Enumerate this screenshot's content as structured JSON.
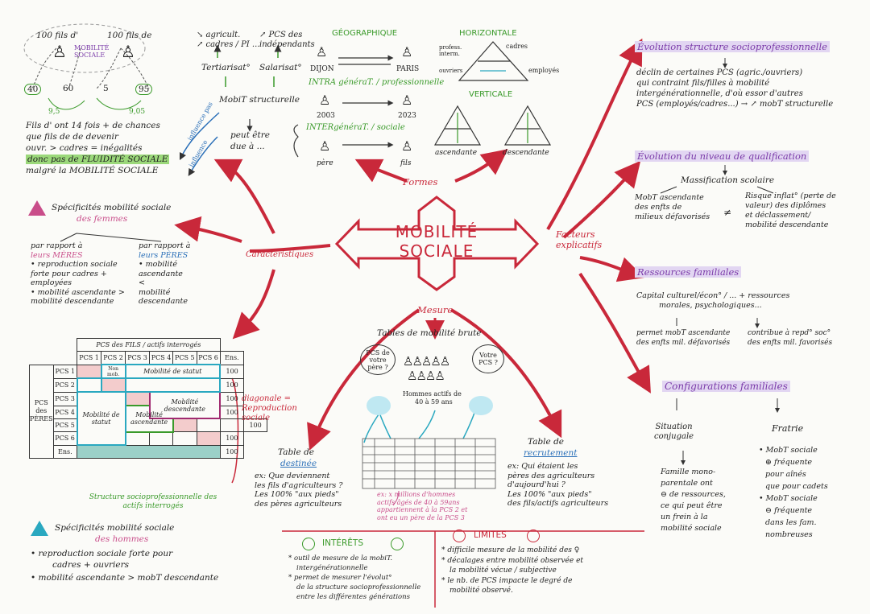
{
  "center": {
    "line1": "MOBILITÉ",
    "line2": "SOCIALE"
  },
  "branches": {
    "formes": "Formes",
    "caracteristiques": "Caractéristiques",
    "facteurs": "Facteurs explicatifs",
    "mesure": "Mesure"
  },
  "topleft": {
    "fils1": "100 fils d'",
    "fils2": "100 fils de",
    "mob_label": "MOBILITÉ SOCIALE",
    "n40": "40",
    "n60": "60",
    "n5": "5",
    "n95": "95",
    "q1": "9,5",
    "q2": "9,05",
    "para": [
      "Fils d' ont 14 fois + de chances",
      "que fils de de devenir",
      "ouvr. > cadres = inégalités",
      "donc pas de FLUIDITÉ SOCIALE",
      "malgré la MOBILITÉ SOCIALE"
    ]
  },
  "structurelle": {
    "agri": "↘ agricult.",
    "pcs": "↗ PCS des",
    "cadres": "↗ cadres / PI ...",
    "indep": "indépendants",
    "tert": "Tertiarisat°",
    "salar": "Salarisat°",
    "mob": "MobiT structurelle",
    "peut": "peut être",
    "due": "due à ...",
    "influence1": "influence pas",
    "influence2": "influence"
  },
  "geo": {
    "title": "GÉOGRAPHIQUE",
    "dijon": "DIJON",
    "paris": "PARIS",
    "intra": "INTRA généraT. / professionnelle",
    "y2003": "2003",
    "y2023": "2023",
    "inter": "INTERgénéraT. / sociale",
    "pere": "père",
    "fils": "fils"
  },
  "horiz": {
    "title": "HORIZONTALE",
    "profs": "profess. interm.",
    "ouvriers": "ouvriers",
    "cadres": "cadres",
    "employes": "employés",
    "vert": "VERTICALE",
    "asc": "ascendante",
    "desc": "descendante"
  },
  "femmes": {
    "title": "Spécificités mobilité sociale",
    "title2": "des femmes",
    "meres": [
      "par rapport à",
      "leurs MÈRES",
      "• reproduction sociale",
      "forte pour cadres +",
      "employées",
      "• mobilité ascendante >",
      "mobilité descendante"
    ],
    "peres": [
      "par rapport à",
      "leurs PÈRES",
      "• mobilité",
      "ascendante",
      "<",
      "mobilité",
      "descendante"
    ]
  },
  "table": {
    "header": "PCS des FILS / actifs interrogés",
    "cols": [
      "PCS 1",
      "PCS 2",
      "PCS 3",
      "PCS 4",
      "PCS 5",
      "PCS 6",
      "Ens."
    ],
    "rows": [
      "PCS 1",
      "PCS 2",
      "PCS 3",
      "PCS 4",
      "PCS 5",
      "PCS 6",
      "Ens."
    ],
    "side": "PCS des PÈRES",
    "totals": [
      "100",
      "100",
      "100",
      "100",
      "100",
      "100",
      "100"
    ],
    "nonmob": "Non mob.",
    "mob_statut": "Mobilité de statut",
    "mob_statut2": "Mobilité de statut",
    "mob_desc": "Mobilité descendante",
    "mob_asc": "Mobilité ascendante",
    "diag": "diagonale = Reproduction sociale",
    "struct": "Structure socioprofessionnelle des actifs interrogés"
  },
  "hommes": {
    "title": "Spécificités mobilité sociale",
    "title2": "des hommes",
    "lines": [
      "• reproduction sociale forte pour",
      "cadres + ouvriers",
      "• mobilité ascendante > mobT descendante"
    ]
  },
  "mesure": {
    "title": "Tables de mobilité brute",
    "bubble1": "PCS de votre père ?",
    "bubble2": "Votre PCS ?",
    "hommes": "Hommes actifs de",
    "age": "40 à 59 ans",
    "tdest": "Table de",
    "tdest2": "destinée",
    "tdest_ex": [
      "ex: Que deviennent",
      "les fils d'agriculteurs ?",
      "Les 100% \"aux pieds\"",
      "des pères agriculteurs"
    ],
    "trec": "Table de",
    "trec2": "recrutement",
    "trec_ex": [
      "ex: Qui étaient les",
      "pères des agriculteurs",
      "d'aujourd'hui ?",
      "Les 100% \"aux pieds\"",
      "des fils/actifs agriculteurs"
    ],
    "note": [
      "ex: x millions d'hommes",
      "actifs âgés de 40 à 59ans",
      "appartiennent à la PCS 2 et",
      "ont eu un père de la PCS 3"
    ]
  },
  "interets": {
    "title": "INTÉRÊTS",
    "lines": [
      "* outil de mesure de la mobiT.",
      "intergénérationnelle",
      "* permet de mesurer l'évolut°",
      "de la structure socioprofessionnelle",
      "entre les différentes générations"
    ]
  },
  "limites": {
    "title": "LIMITES",
    "lines": [
      "* difficile mesure de la mobilité des ♀",
      "* décalages entre mobilité observée et",
      "la mobilité vécue / subjective",
      "* le nb. de PCS impacte le degré de",
      "mobilité observé."
    ]
  },
  "facteurs": {
    "evol": "Évolution structure socioprofessionnelle",
    "evol_text": [
      "déclin de certaines PCS (agric./ouvriers)",
      "qui contraint fils/filles à mobilité",
      "intergénérationnelle, d'où essor d'autres",
      "PCS (employés/cadres...) → ↗ mobT structurelle"
    ],
    "qual": "Évolution du niveau de qualification",
    "mass": "Massification scolaire",
    "mob_asc": [
      "MobT ascendante",
      "des enfts de",
      "milieux défavorisés"
    ],
    "risque": [
      "Risque inflat° (perte de",
      "valeur) des diplômes",
      "et déclassement/",
      "mobilité descendante"
    ],
    "ress": "Ressources familiales",
    "capital": [
      "Capital culturel/écon° / ... + ressources",
      "morales, psychologiques..."
    ],
    "permet": [
      "permet mobT ascendante",
      "des enfts mil. défavorisés"
    ],
    "contribue": [
      "contribue à repd° soc°",
      "des enfts mil. favorisés"
    ],
    "config": "Configurations familiales",
    "situation": [
      "Situation",
      "conjugale"
    ],
    "famille": [
      "Famille mono-",
      "parentale ont",
      "⊖ de ressources,",
      "ce qui peut être",
      "un frein à la",
      "mobilité sociale"
    ],
    "fratrie": "Fratrie",
    "fratrie_lines": [
      "• MobT sociale",
      "⊕ fréquente",
      "pour aînés",
      "que pour cadets",
      "• MobT sociale",
      "⊖ fréquente",
      "dans les fam.",
      "nombreuses"
    ]
  },
  "colors": {
    "red": "#c9283a",
    "green": "#3a9a2a",
    "purple": "#7a3aa8",
    "pink": "#c94d8a",
    "blue": "#2a6fb8",
    "teal": "#2aa8c0"
  }
}
